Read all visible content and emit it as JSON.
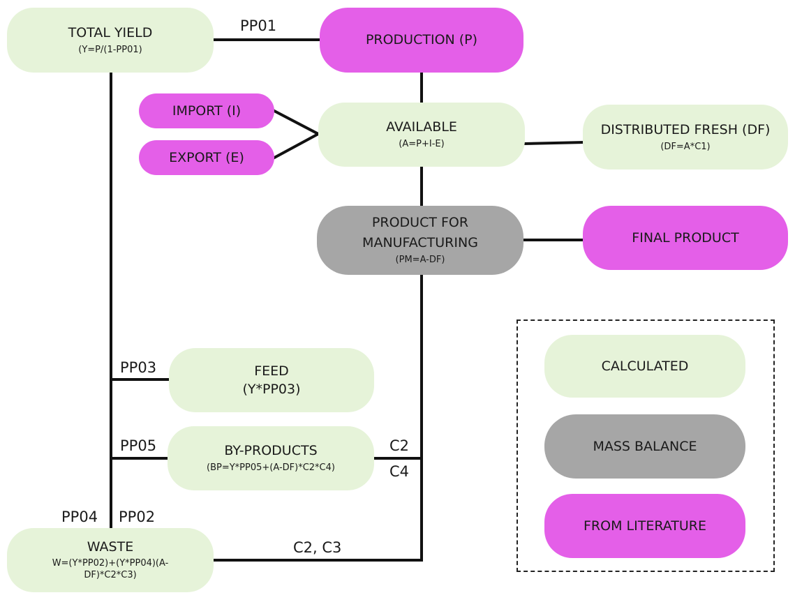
{
  "colors": {
    "calculated": "#e6f3d9",
    "mass_balance": "#a6a6a6",
    "from_literature": "#e45fe8",
    "line": "#111111"
  },
  "nodes": {
    "total_yield": {
      "title": "TOTAL YIELD",
      "formula": "(Y=P/(1-PP01)"
    },
    "production": {
      "title": "PRODUCTION (P)"
    },
    "import": {
      "title": "IMPORT (I)"
    },
    "export": {
      "title": "EXPORT (E)"
    },
    "available": {
      "title": "AVAILABLE",
      "formula": "(A=P+I-E)"
    },
    "distributed_fresh": {
      "title": "DISTRIBUTED FRESH (DF)",
      "formula": "(DF=A*C1)"
    },
    "product_for_manufacturing": {
      "title_line1": "PRODUCT FOR",
      "title_line2": "MANUFACTURING",
      "formula": "(PM=A-DF)"
    },
    "final_product": {
      "title": "FINAL PRODUCT"
    },
    "feed": {
      "title": "FEED",
      "formula": "(Y*PP03)"
    },
    "by_products": {
      "title": "BY-PRODUCTS",
      "formula": "(BP=Y*PP05+(A-DF)*C2*C4)"
    },
    "waste": {
      "title": "WASTE",
      "formula_line1": "W=(Y*PP02)+(Y*PP04)(A-",
      "formula_line2": "DF)*C2*C3)"
    }
  },
  "edge_labels": {
    "pp01": "PP01",
    "pp03": "PP03",
    "pp05": "PP05",
    "pp04": "PP04",
    "pp02": "PP02",
    "c2": "C2",
    "c4": "C4",
    "c2_c3": "C2, C3"
  },
  "legend": {
    "calculated": "CALCULATED",
    "mass_balance": "MASS BALANCE",
    "from_literature": "FROM LITERATURE"
  }
}
